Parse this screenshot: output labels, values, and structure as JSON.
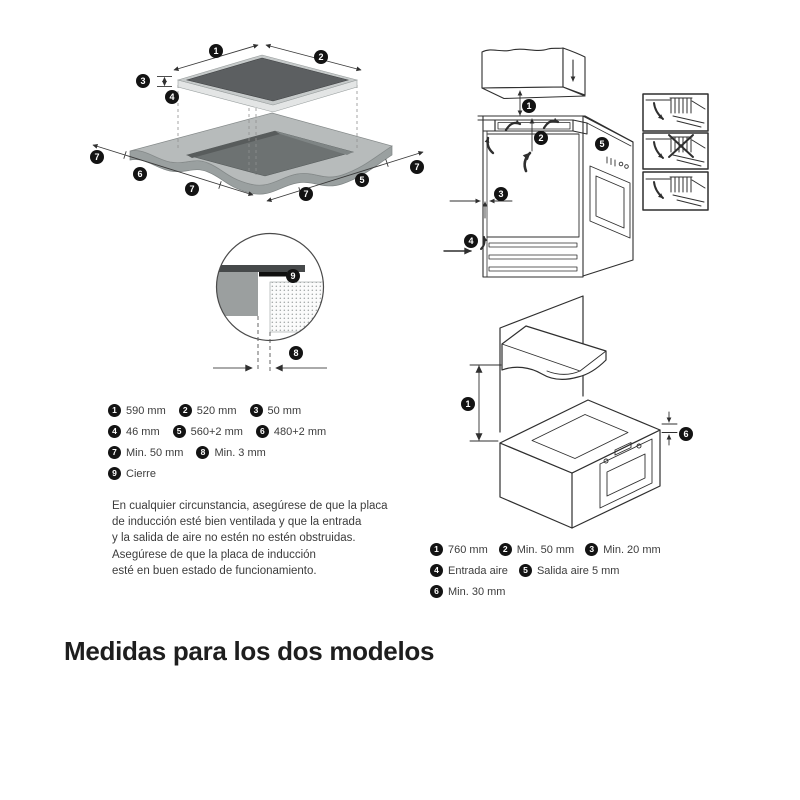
{
  "heading": "Medidas para los dos modelos",
  "note_lines": [
    "En cualquier circunstancia, asegúrese de que la placa",
    "de inducción esté bien ventilada y que la entrada",
    "y la salida de aire no estén no estén obstruidas.",
    "Asegúrese de que la placa de inducción",
    "esté en buen estado de funcionamiento."
  ],
  "legend_left": {
    "rows": [
      [
        {
          "num": "1",
          "label": "590 mm"
        },
        {
          "num": "2",
          "label": "520 mm"
        },
        {
          "num": "3",
          "label": "50 mm"
        }
      ],
      [
        {
          "num": "4",
          "label": "46 mm"
        },
        {
          "num": "5",
          "label": "560+2 mm"
        },
        {
          "num": "6",
          "label": "480+2 mm"
        }
      ],
      [
        {
          "num": "7",
          "label": "Min. 50 mm"
        },
        {
          "num": "8",
          "label": "Min. 3 mm"
        }
      ],
      [
        {
          "num": "9",
          "label": "Cierre"
        }
      ]
    ]
  },
  "legend_right": {
    "rows": [
      [
        {
          "num": "1",
          "label": "760 mm"
        },
        {
          "num": "2",
          "label": "Min. 50 mm"
        },
        {
          "num": "3",
          "label": "Min. 20 mm"
        }
      ],
      [
        {
          "num": "4",
          "label": "Entrada aire"
        },
        {
          "num": "5",
          "label": "Salida aire 5 mm"
        }
      ],
      [
        {
          "num": "6",
          "label": "Min. 30 mm"
        }
      ]
    ]
  },
  "exploded": {
    "callouts": [
      "1",
      "2",
      "3",
      "4",
      "7",
      "6",
      "7",
      "7",
      "5",
      "7"
    ]
  },
  "detail": {
    "callouts": [
      "9",
      "8"
    ]
  },
  "cabinet": {
    "callouts": [
      "1",
      "2",
      "5",
      "3",
      "4"
    ]
  },
  "hood": {
    "callouts": [
      "1",
      "6"
    ]
  },
  "colors": {
    "badge_bg": "#131313",
    "badge_text": "#ffffff",
    "line": "#2f2f2f",
    "glass": "#5c5f61",
    "cooktop_rim": "#c6caca",
    "counter_top": "#b7bbbb",
    "counter_side": "#9aa0a0",
    "cutout": "#6d7272",
    "text": "#3c3c3c"
  }
}
